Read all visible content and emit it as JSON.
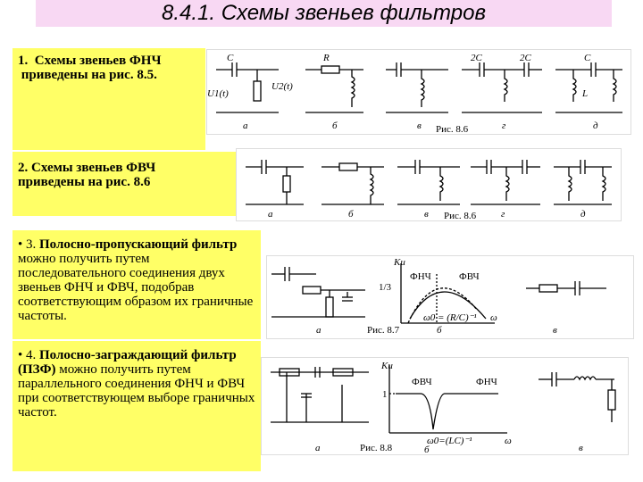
{
  "title": "8.4.1. Схемы звеньев фильтров",
  "sections": [
    {
      "num": "1.",
      "text_line1": "Схемы звеньев ФНЧ",
      "text_line2": "приведены на рис. 8.5."
    },
    {
      "text_line1": "2. Схемы звеньев ФВЧ",
      "text_line2": "приведены на рис. 8.6"
    },
    {
      "bullet": "• 3.",
      "bold_term": "Полосно-пропускающий фильтр",
      "rest": "можно получить путем последовательного соединения двух звеньев ФНЧ и ФВЧ, подобрав соответствующим образом их граничные частоты."
    },
    {
      "bullet": "• 4.",
      "bold_term": "Полосно-заграждающий фильтр (ПЗФ)",
      "rest": "можно получить путем параллельного соединения ФНЧ и ФВЧ при соответствующем выборе граничных частот."
    }
  ],
  "figures": {
    "fig1": {
      "caption": "Рис. 8.6",
      "sub": [
        "а",
        "б",
        "в",
        "г",
        "д"
      ],
      "labels": {
        "c": "C",
        "r": "R",
        "two_c": "2C",
        "l": "L",
        "u1": "U1(t)",
        "u2": "U2(t)"
      }
    },
    "fig2": {
      "caption": "Рис. 8.6",
      "sub": [
        "а",
        "б",
        "в",
        "г",
        "д"
      ]
    },
    "fig3": {
      "caption": "Рис. 8.7",
      "sub": [
        "а",
        "б",
        "в"
      ],
      "ku": "Ku",
      "fnch": "ФНЧ",
      "fvch": "ФВЧ",
      "tick": "1/3",
      "omega": "ω",
      "omega0": "ω0 = (R/C)⁻¹"
    },
    "fig4": {
      "caption": "Рис. 8.8",
      "sub": [
        "а",
        "б",
        "в"
      ],
      "ku": "Ku",
      "fvch": "ФВЧ",
      "fnch": "ФНЧ",
      "tick": "1",
      "omega": "ω",
      "omega0": "ω0=(LC)⁻¹"
    }
  }
}
